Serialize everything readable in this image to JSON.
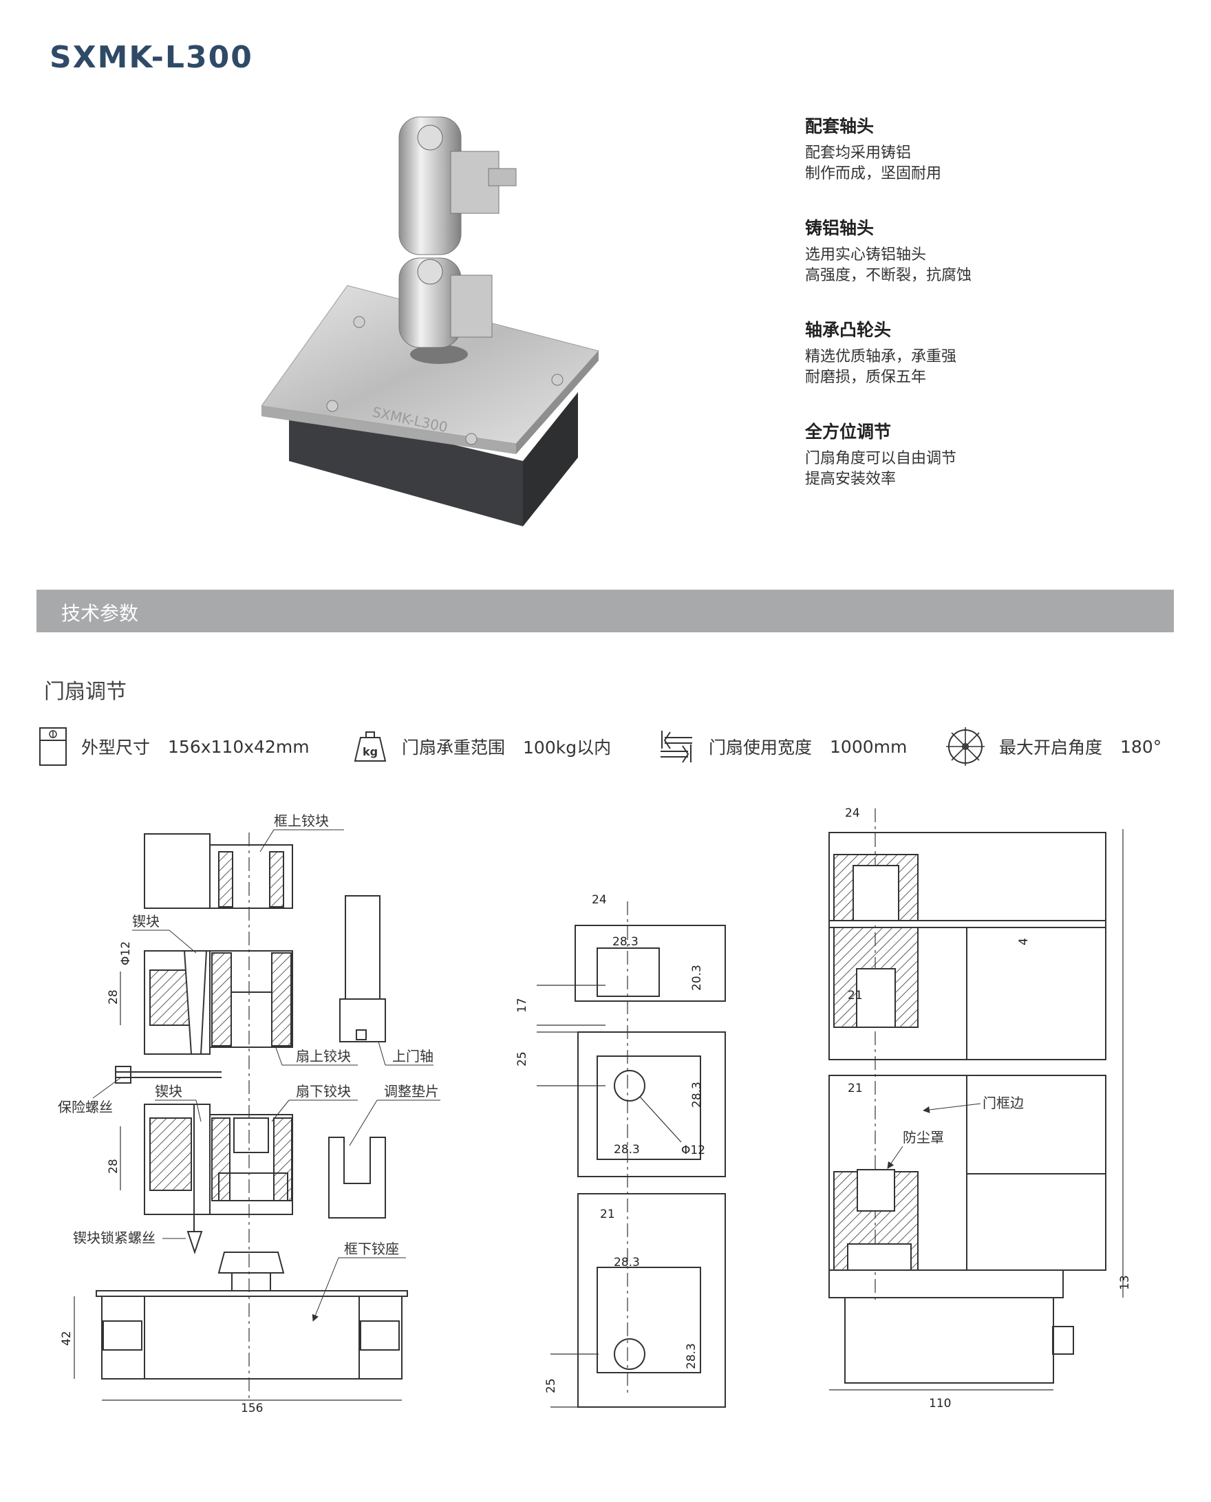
{
  "header": {
    "model": "SXMK-L300"
  },
  "product_photo": {
    "plate_engraving": "SXMK-L300"
  },
  "features": [
    {
      "title": "配套轴头",
      "lines": [
        "配套均采用铸铝",
        "制作而成，坚固耐用"
      ]
    },
    {
      "title": "铸铝轴头",
      "lines": [
        "选用实心铸铝轴头",
        "高强度，不断裂，抗腐蚀"
      ]
    },
    {
      "title": "轴承凸轮头",
      "lines": [
        "精选优质轴承，承重强",
        "耐磨损，质保五年"
      ]
    },
    {
      "title": "全方位调节",
      "lines": [
        "门扇角度可以自由调节",
        "提高安装效率"
      ]
    }
  ],
  "section": {
    "title": "技术参数"
  },
  "subsection": {
    "title": "门扇调节"
  },
  "specs": [
    {
      "icon": "dimension-icon",
      "label": "外型尺寸",
      "value": "156x110x42mm"
    },
    {
      "icon": "weight-icon",
      "icon_text": "kg",
      "label": "门扇承重范围",
      "value": "100kg以内"
    },
    {
      "icon": "width-icon",
      "label": "门扇使用宽度",
      "value": "1000mm"
    },
    {
      "icon": "angle-icon",
      "label": "最大开启角度",
      "value": "180°"
    }
  ],
  "drawing_exploded": {
    "callouts": {
      "top_hinge_block": "框上铰块",
      "wedge_top": "锲块",
      "upper_leaf_hinge": "扇上铰块",
      "upper_pivot": "上门轴",
      "safety_screw": "保险螺丝",
      "wedge_bottom": "锲块",
      "lower_leaf_hinge": "扇下铰块",
      "shim": "调整垫片",
      "wedge_lock_screw": "锲块锁紧螺丝",
      "floor_hinge_base": "框下铰座"
    },
    "dims": {
      "phi12": "Φ12",
      "h28_top": "28",
      "h28_bottom": "28",
      "h42": "42",
      "w156": "156"
    }
  },
  "drawing_top_views": {
    "dims": {
      "w24": "24",
      "w28_3_a": "28.3",
      "h20_3": "20.3",
      "h17": "17",
      "h25_a": "25",
      "h28_3_a": "28.3",
      "w28_3_b": "28.3",
      "phi12": "Φ12",
      "w21": "21",
      "w28_3_c": "28.3",
      "h28_3_b": "28.3",
      "h25_b": "25"
    }
  },
  "drawing_section": {
    "callouts": {
      "frame_edge": "门框边",
      "dust_cover": "防尘罩"
    },
    "dims": {
      "w24": "24",
      "h4": "4",
      "w21_a": "21",
      "w21_b": "21",
      "h13": "13",
      "w110": "110"
    }
  }
}
